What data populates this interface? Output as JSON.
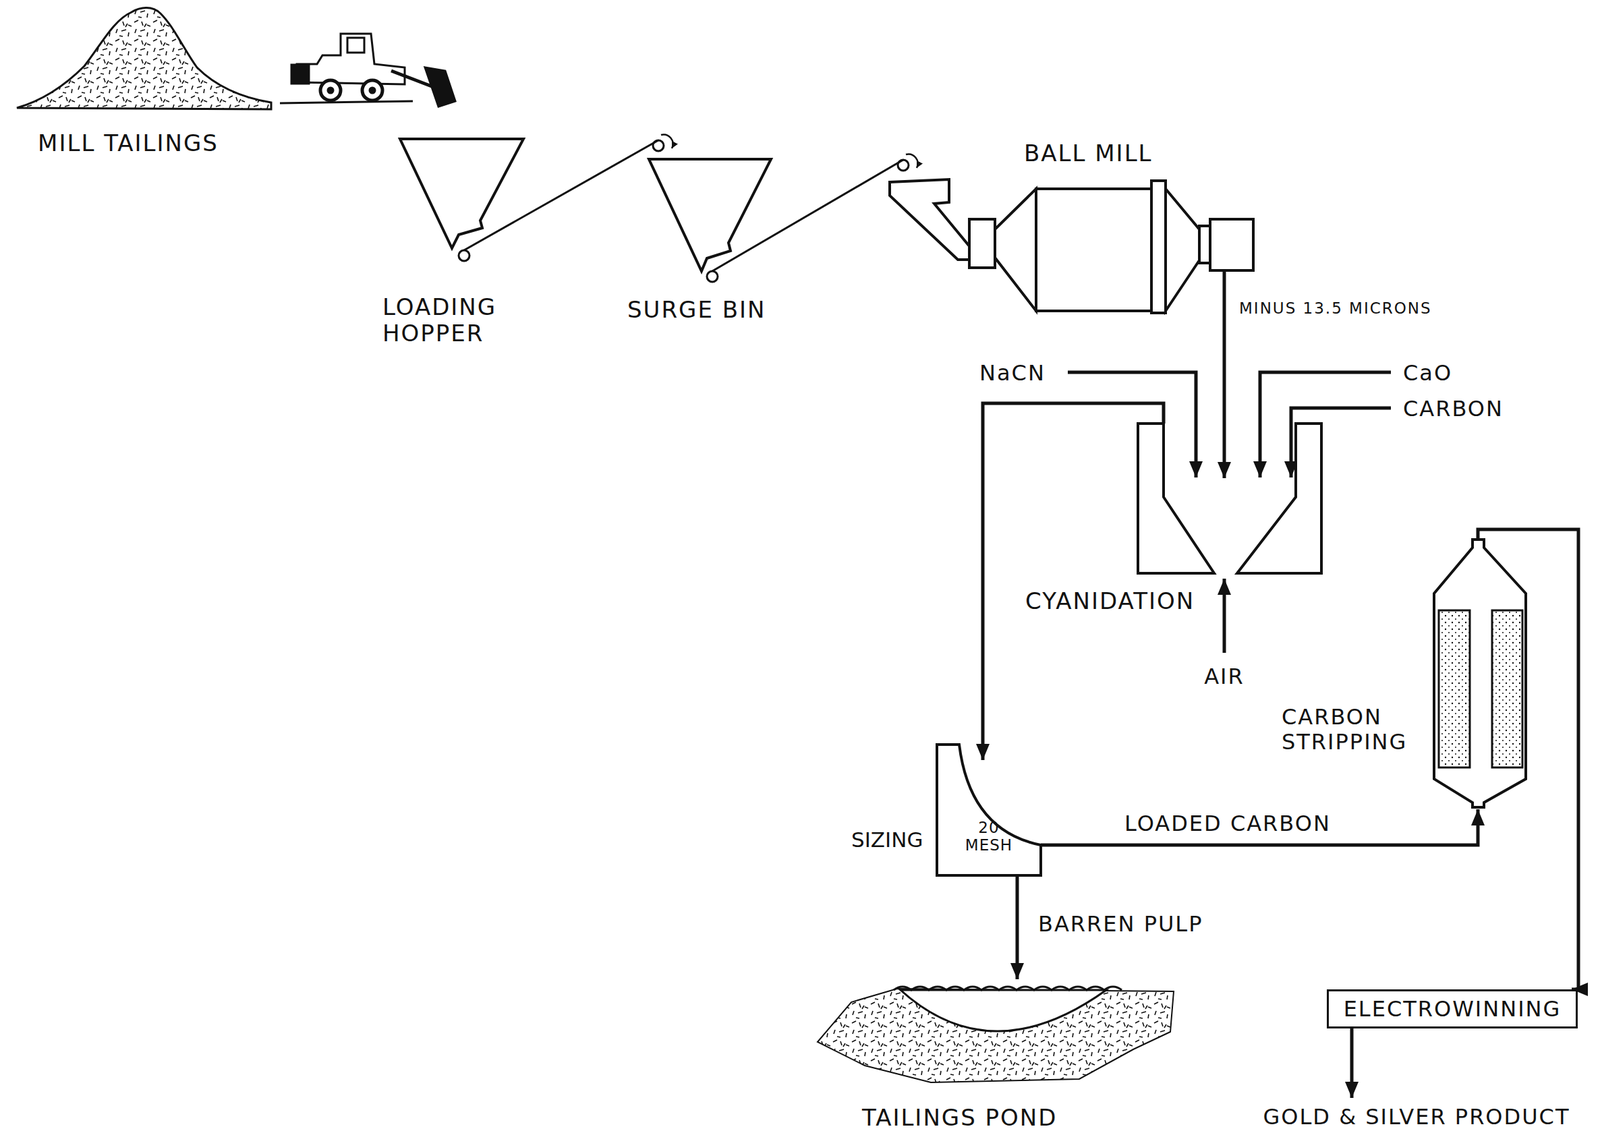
{
  "diagram": {
    "nodes": [
      {
        "text": [
          "MILL TAILINGS"
        ]
      },
      {
        "text": [
          "LOADING HOPPER"
        ]
      },
      {
        "text": [
          "SURGE BIN"
        ]
      },
      {
        "text": [
          "BALL MILL"
        ]
      },
      {
        "text": [
          "CYANIDATION"
        ]
      },
      {
        "text": [
          "SIZING",
          "20 MESH"
        ]
      },
      {
        "text": [
          "CARBON STRIPPING"
        ]
      },
      {
        "text": [
          "ELECTROWINNING"
        ]
      },
      {
        "text": [
          "TAILINGS POND"
        ]
      }
    ],
    "edges": [
      {
        "from": 1,
        "to": 2,
        "arrow": "none"
      },
      {
        "from": 2,
        "to": 3,
        "arrow": "none"
      },
      {
        "from": 3,
        "to": 4,
        "label": "MINUS 13.5 MICRONS",
        "arrow": "to"
      },
      {
        "from": 4,
        "to": 5,
        "arrow": "to"
      },
      {
        "from": 5,
        "to": 6,
        "label": "LOADED CARBON",
        "arrow": "to"
      },
      {
        "from": 5,
        "to": 8,
        "label": "BARREN PULP",
        "arrow": "to"
      },
      {
        "from": 6,
        "to": 7,
        "arrow": "to"
      }
    ],
    "labels": [
      "NaCN",
      "CaO",
      "CARBON",
      "AIR",
      "GOLD & SILVER PRODUCT"
    ]
  }
}
